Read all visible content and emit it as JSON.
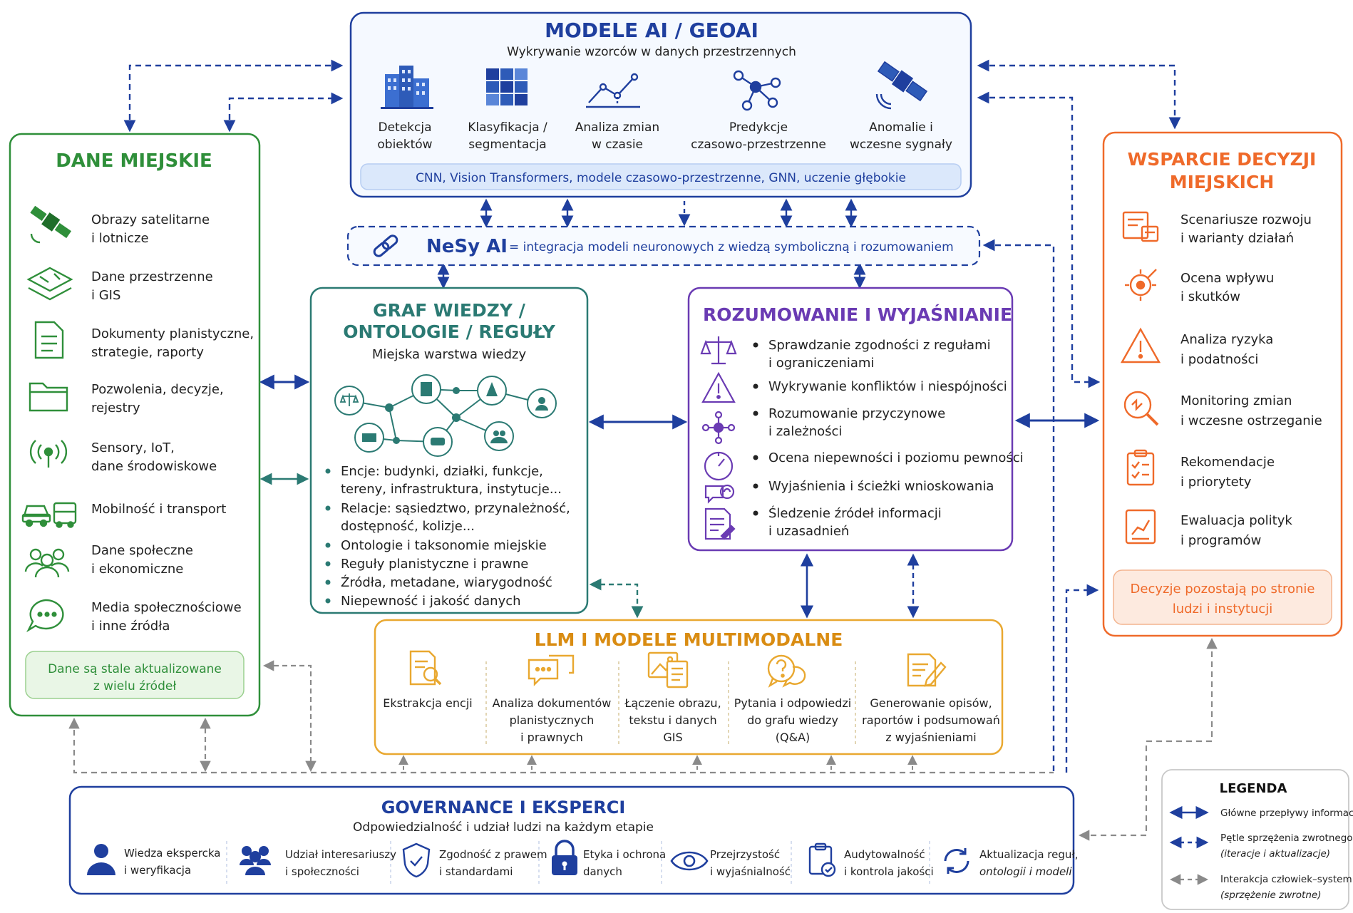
{
  "geoai": {
    "title": "MODELE AI / GEOAI",
    "subtitle": "Wykrywanie wzorców w danych przestrzennych",
    "items": [
      {
        "line1": "Detekcja",
        "line2": "obiektów"
      },
      {
        "line1": "Klasyfikacja /",
        "line2": "segmentacja"
      },
      {
        "line1": "Analiza zmian",
        "line2": "w czasie"
      },
      {
        "line1": "Predykcje",
        "line2": "czasowo-przestrzenne"
      },
      {
        "line1": "Anomalie i",
        "line2": "wczesne sygnały"
      }
    ],
    "methods": "CNN, Vision Transformers, modele czasowo-przestrzenne, GNN, uczenie głębokie"
  },
  "nesy": {
    "label": "NeSy AI",
    "text": "= integracja modeli neuronowych z wiedzą symboliczną i rozumowaniem"
  },
  "dane": {
    "title": "DANE MIEJSKIE",
    "items": [
      {
        "line1": "Obrazy satelitarne",
        "line2": "i lotnicze"
      },
      {
        "line1": "Dane przestrzenne",
        "line2": "i GIS"
      },
      {
        "line1": "Dokumenty planistyczne,",
        "line2": "strategie, raporty"
      },
      {
        "line1": "Pozwolenia, decyzje,",
        "line2": "rejestry"
      },
      {
        "line1": "Sensory, IoT,",
        "line2": "dane środowiskowe"
      },
      {
        "line1": "Mobilność i transport",
        "line2": ""
      },
      {
        "line1": "Dane społeczne",
        "line2": "i ekonomiczne"
      },
      {
        "line1": "Media społecznościowe",
        "line2": "i inne źródła"
      }
    ],
    "note_line1": "Dane są stale aktualizowane",
    "note_line2": "z wielu źródeł"
  },
  "graf": {
    "title_line1": "GRAF WIEDZY /",
    "title_line2": "ONTOLOGIE / REGUŁY",
    "subtitle": "Miejska warstwa wiedzy",
    "bullets": [
      {
        "line1": "Encje: budynki, działki, funkcje,",
        "line2": "tereny, infrastruktura, instytucje..."
      },
      {
        "line1": "Relacje: sąsiedztwo, przynależność,",
        "line2": "dostępność, kolizje..."
      },
      {
        "line1": "Ontologie i taksonomie miejskie",
        "line2": ""
      },
      {
        "line1": "Reguły planistyczne i prawne",
        "line2": ""
      },
      {
        "line1": "Źródła, metadane, wiarygodność",
        "line2": ""
      },
      {
        "line1": "Niepewność i jakość danych",
        "line2": ""
      }
    ]
  },
  "rozum": {
    "title": "ROZUMOWANIE I WYJAŚNIANIE",
    "items": [
      {
        "line1": "Sprawdzanie zgodności z regułami",
        "line2": "i ograniczeniami"
      },
      {
        "line1": "Wykrywanie konfliktów i niespójności",
        "line2": ""
      },
      {
        "line1": "Rozumowanie przyczynowe",
        "line2": "i zależności"
      },
      {
        "line1": "Ocena niepewności i poziomu pewności",
        "line2": ""
      },
      {
        "line1": "Wyjaśnienia i ścieżki wnioskowania",
        "line2": ""
      },
      {
        "line1": "Śledzenie źródeł informacji",
        "line2": "i uzasadnień"
      }
    ]
  },
  "wsparcie": {
    "title_line1": "WSPARCIE DECYZJI",
    "title_line2": "MIEJSKICH",
    "items": [
      {
        "line1": "Scenariusze rozwoju",
        "line2": "i warianty działań"
      },
      {
        "line1": "Ocena wpływu",
        "line2": "i skutków"
      },
      {
        "line1": "Analiza ryzyka",
        "line2": "i podatności"
      },
      {
        "line1": "Monitoring zmian",
        "line2": "i wczesne ostrzeganie"
      },
      {
        "line1": "Rekomendacje",
        "line2": "i priorytety"
      },
      {
        "line1": "Ewaluacja polityk",
        "line2": "i programów"
      }
    ],
    "note_line1": "Decyzje pozostają po stronie",
    "note_line2": "ludzi i instytucji"
  },
  "llm": {
    "title": "LLM I MODELE MULTIMODALNE",
    "items": [
      {
        "lines": [
          "Ekstrakcja encji"
        ]
      },
      {
        "lines": [
          "Analiza dokumentów",
          "planistycznych",
          "i prawnych"
        ]
      },
      {
        "lines": [
          "Łączenie obrazu,",
          "tekstu i danych",
          "GIS"
        ]
      },
      {
        "lines": [
          "Pytania i odpowiedzi",
          "do grafu wiedzy",
          "(Q&A)"
        ]
      },
      {
        "lines": [
          "Generowanie opisów,",
          "raportów i podsumowań",
          "z wyjaśnieniami"
        ]
      }
    ]
  },
  "gov": {
    "title": "GOVERNANCE I EKSPERCI",
    "subtitle": "Odpowiedzialność i udział ludzi na każdym etapie",
    "items": [
      {
        "line1": "Wiedza ekspercka",
        "line2": "i weryfikacja"
      },
      {
        "line1": "Udział interesariuszy",
        "line2": "i społeczności"
      },
      {
        "line1": "Zgodność z prawem",
        "line2": "i standardami"
      },
      {
        "line1": "Etyka i ochrona",
        "line2": "danych"
      },
      {
        "line1": "Przejrzystość",
        "line2": "i wyjaśnialność"
      },
      {
        "line1": "Audytowalność",
        "line2": "i kontrola jakości"
      },
      {
        "line1": "Aktualizacja reguł,",
        "line2": "ontologii i modeli"
      }
    ]
  },
  "legend": {
    "title": "LEGENDA",
    "items": [
      {
        "line1": "Główne przepływy informacji",
        "line2": ""
      },
      {
        "line1": "Pętle sprzężenia zwrotnego",
        "line2": "(iteracje i aktualizacje)"
      },
      {
        "line1": "Interakcja człowiek–system",
        "line2": "(sprzężenie zwrotne)"
      }
    ]
  },
  "colors": {
    "blue": "#1f3f9e",
    "green": "#2f8f3a",
    "teal": "#2b7a73",
    "purple": "#6a3bb3",
    "orange": "#ef6a2a",
    "gold": "#e9a830",
    "gray": "#8a8a8a"
  }
}
